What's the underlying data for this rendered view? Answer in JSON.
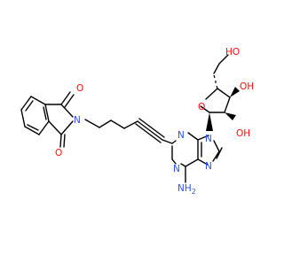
{
  "colors": {
    "carbon": "#000000",
    "nitrogen": "#3050F8",
    "oxygen": "#FF0D0D",
    "background": "#ffffff"
  },
  "atom_labels": {
    "imide_o_top": "O",
    "imide_o_bottom": "O",
    "imide_n": "N",
    "purine_n1": "N",
    "purine_n3": "N",
    "purine_n7": "N",
    "purine_n9": "N",
    "amine": "NH",
    "amine_sub": "2",
    "ribose_o": "O",
    "oh_ch2": "HO",
    "oh_3": "OH",
    "oh_2": "OH"
  }
}
